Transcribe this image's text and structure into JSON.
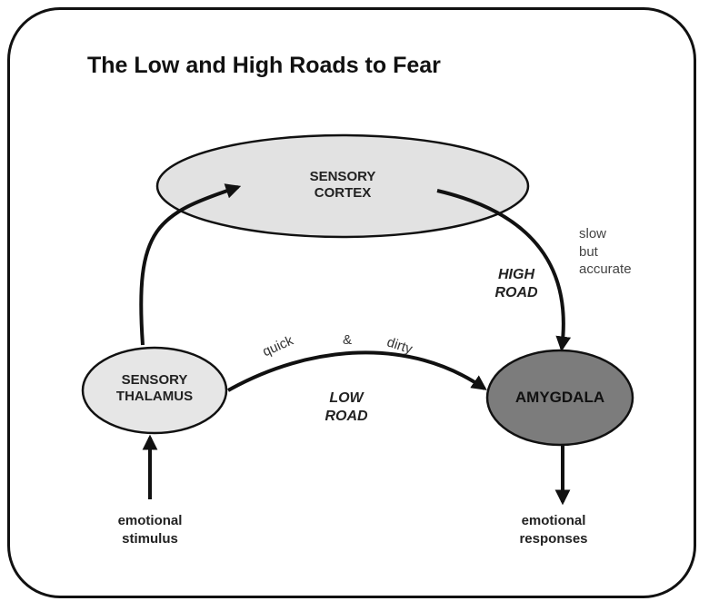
{
  "title": "The Low and High Roads to Fear",
  "nodes": {
    "sensory_cortex": {
      "line1": "SENSORY",
      "line2": "CORTEX"
    },
    "sensory_thalamus": {
      "line1": "SENSORY",
      "line2": "THALAMUS"
    },
    "amygdala": {
      "line1": "AMYGDALA"
    }
  },
  "roads": {
    "high": {
      "line1": "HIGH",
      "line2": "ROAD"
    },
    "low": {
      "line1": "LOW",
      "line2": "ROAD"
    }
  },
  "notes": {
    "high_road": {
      "line1": "slow",
      "line2": "but",
      "line3": "accurate"
    },
    "low_road": {
      "word1": "quick",
      "word2": "&",
      "word3": "dirty"
    }
  },
  "input": {
    "line1": "emotional",
    "line2": "stimulus"
  },
  "output": {
    "line1": "emotional",
    "line2": "responses"
  },
  "colors": {
    "cortex_fill": "#e2e2e2",
    "thalamus_fill": "#e6e6e6",
    "amygdala_fill": "#7c7c7c",
    "stroke": "#111111"
  }
}
